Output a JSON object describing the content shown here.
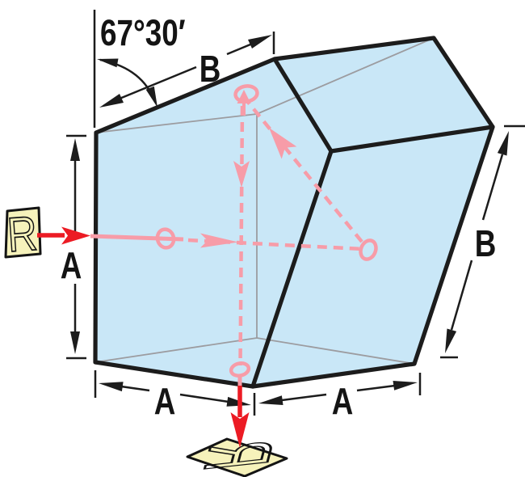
{
  "diagram": {
    "angle_label": "67°30′",
    "dims": {
      "top_edge_label": "B",
      "right_edge_label": "B",
      "left_height_label": "A",
      "bottom_left_label": "A",
      "bottom_right_label": "A"
    },
    "cards": {
      "entry_letter": "R",
      "exit_letter": "R"
    },
    "colors": {
      "glass": "#C9E7F7",
      "edge": "#1C1C1C",
      "hidden_edge": "#9C9CA0",
      "beam_inside": "#F79CA8",
      "beam_outside": "#EC1B24",
      "card_fill": "#F6F2BB",
      "card_border": "#141414",
      "label": "#141414"
    }
  }
}
